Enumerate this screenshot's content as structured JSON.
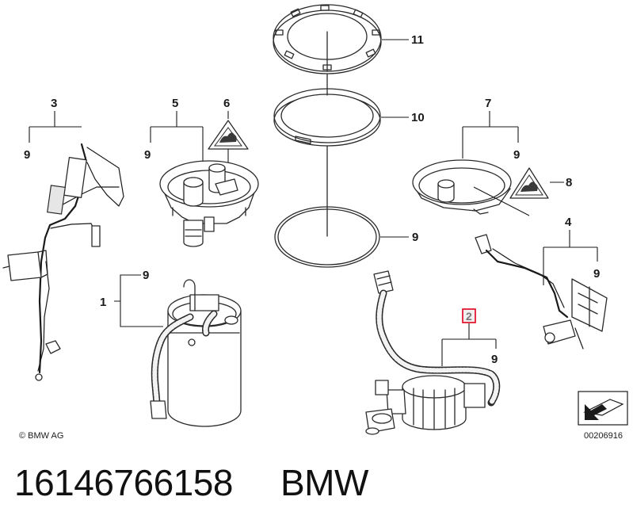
{
  "diagram": {
    "callouts": {
      "c11": "11",
      "c10": "10",
      "c9_ring": "9",
      "c3": "3",
      "c9_sender_left": "9",
      "c5": "5",
      "c6": "6",
      "c9_flange_left": "9",
      "c7": "7",
      "c9_flange_right": "9",
      "c8": "8",
      "c4": "4",
      "c9_sender_right": "9",
      "c1": "1",
      "c9_pump": "9",
      "c2": "2",
      "c9_filter": "9"
    },
    "copyright": "© BMW AG",
    "diagram_code": "00206916"
  },
  "footer": {
    "part_number": "16146766158",
    "brand": "BMW"
  },
  "colors": {
    "highlight_box": "#e0001b",
    "line": "#1a1a1a"
  }
}
